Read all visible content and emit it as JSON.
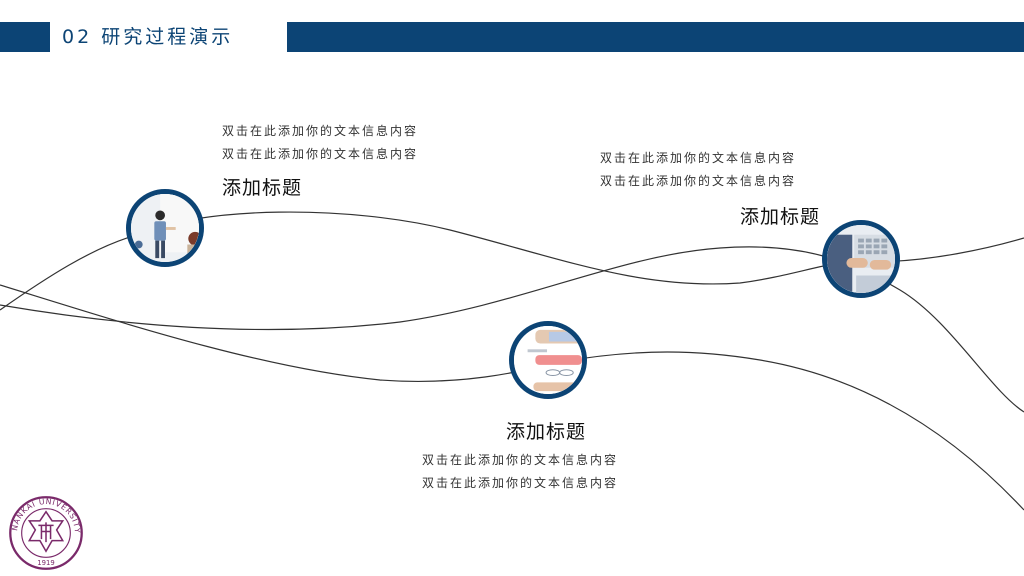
{
  "header": {
    "section_title": "02 研究过程演示",
    "accent_color": "#0c4475"
  },
  "items": [
    {
      "heading": "添加标题",
      "lines": [
        "双击在此添加你的文本信息内容",
        "双击在此添加你的文本信息内容"
      ],
      "photo": "teacher-whiteboard-photo"
    },
    {
      "heading": "添加标题",
      "lines": [
        "双击在此添加你的文本信息内容",
        "双击在此添加你的文本信息内容"
      ],
      "photo": "meeting-desk-photo"
    },
    {
      "heading": "添加标题",
      "lines": [
        "双击在此添加你的文本信息内容",
        "双击在此添加你的文本信息内容"
      ],
      "photo": "laptop-typing-photo"
    }
  ],
  "logo": {
    "text": "NANKAI UNIVERSITY",
    "year": "1919",
    "color": "#7a2a6a"
  }
}
